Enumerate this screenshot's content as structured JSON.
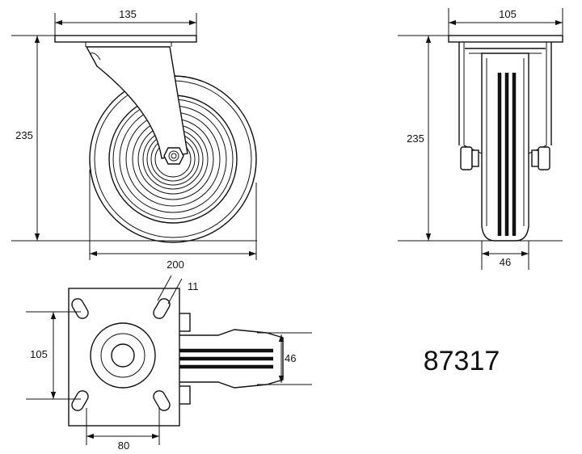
{
  "model_number": "87317",
  "dimensions": {
    "side_plate_width": "135",
    "side_height": "235",
    "wheel_diameter": "200",
    "front_plate_width": "105",
    "front_height": "235",
    "front_wheel_width": "46",
    "bolt_hole": "11",
    "plan_hole_spacing_vertical": "105",
    "plan_wheel_width": "46",
    "plan_hole_spacing_horizontal": "80"
  }
}
